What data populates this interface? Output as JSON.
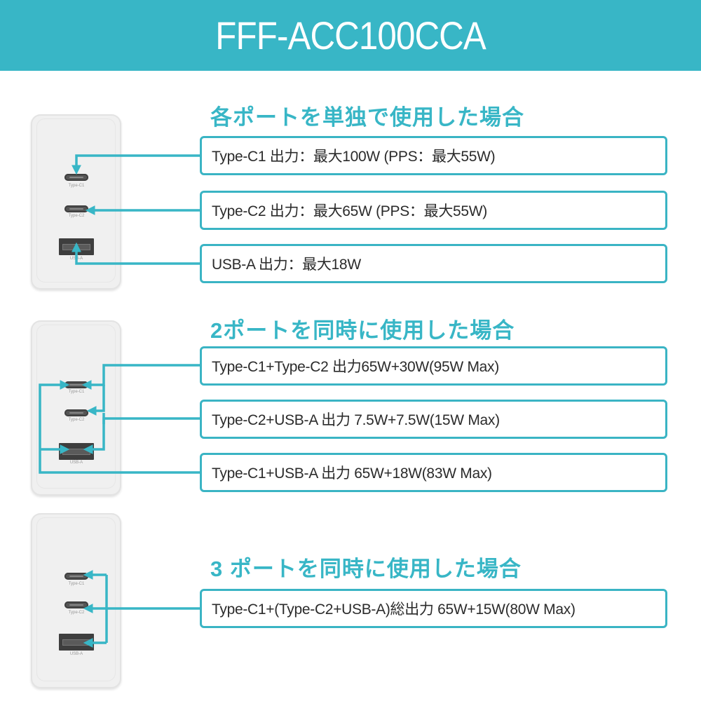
{
  "header": {
    "title": "FFF-ACC100CCA"
  },
  "accent_color": "#38b6c6",
  "port_labels": {
    "c1": "Type-C1",
    "c2": "Type-C2",
    "a": "USB-A"
  },
  "sections": [
    {
      "title": "各ポートを単独で使用した場合",
      "specs": [
        "Type-C1 出力：最大100W (PPS：最大55W)",
        "Type-C2 出力：最大65W (PPS：最大55W)",
        "USB-A 出力：最大18W"
      ]
    },
    {
      "title": "2ポートを同時に使用した場合",
      "specs": [
        "Type-C1+Type-C2 出力65W+30W(95W Max)",
        "Type-C2+USB-A 出力 7.5W+7.5W(15W Max)",
        "Type-C1+USB-A 出力 65W+18W(83W Max)"
      ]
    },
    {
      "title": "3 ポートを同時に使用した場合",
      "specs": [
        "Type-C1+(Type-C2+USB-A)総出力 65W+15W(80W Max)"
      ]
    }
  ]
}
